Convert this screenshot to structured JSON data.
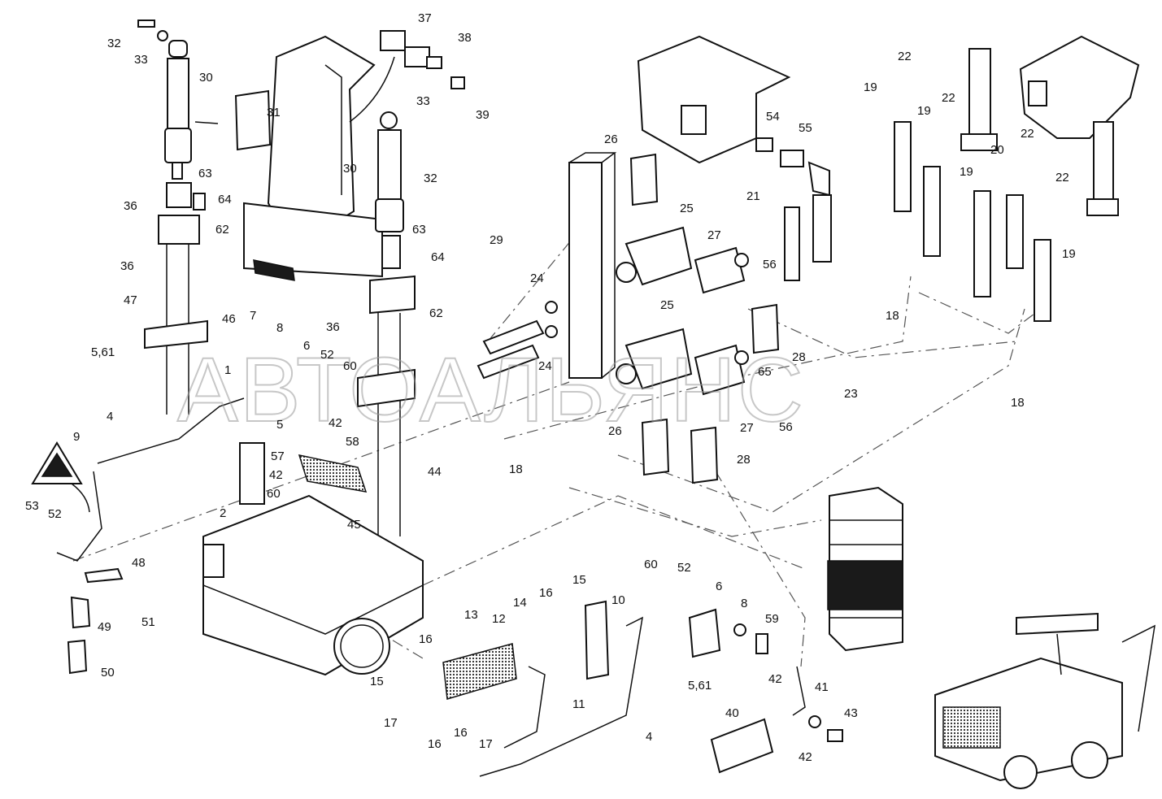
{
  "watermark": "АВТОАЛЬЯНС",
  "callouts": [
    {
      "id": "c32a",
      "text": "32"
    },
    {
      "id": "c33a",
      "text": "33"
    },
    {
      "id": "c30a",
      "text": "30"
    },
    {
      "id": "c31",
      "text": "31"
    },
    {
      "id": "c63a",
      "text": "63"
    },
    {
      "id": "c36a",
      "text": "36"
    },
    {
      "id": "c64a",
      "text": "64"
    },
    {
      "id": "c62a",
      "text": "62"
    },
    {
      "id": "c36b",
      "text": "36"
    },
    {
      "id": "c47",
      "text": "47"
    },
    {
      "id": "c46",
      "text": "46"
    },
    {
      "id": "c7",
      "text": "7"
    },
    {
      "id": "c8a",
      "text": "8"
    },
    {
      "id": "c561a",
      "text": "5,61"
    },
    {
      "id": "c6a",
      "text": "6"
    },
    {
      "id": "c52a",
      "text": "52"
    },
    {
      "id": "c60a",
      "text": "60"
    },
    {
      "id": "c1",
      "text": "1"
    },
    {
      "id": "c4a",
      "text": "4"
    },
    {
      "id": "c5",
      "text": "5"
    },
    {
      "id": "c42a",
      "text": "42"
    },
    {
      "id": "c9",
      "text": "9"
    },
    {
      "id": "c57",
      "text": "57"
    },
    {
      "id": "c58",
      "text": "58"
    },
    {
      "id": "c42b",
      "text": "42"
    },
    {
      "id": "c60b",
      "text": "60"
    },
    {
      "id": "c44",
      "text": "44"
    },
    {
      "id": "c53",
      "text": "53"
    },
    {
      "id": "c52b",
      "text": "52"
    },
    {
      "id": "c2",
      "text": "2"
    },
    {
      "id": "c45",
      "text": "45"
    },
    {
      "id": "c48",
      "text": "48"
    },
    {
      "id": "c49",
      "text": "49"
    },
    {
      "id": "c51",
      "text": "51"
    },
    {
      "id": "c50",
      "text": "50"
    },
    {
      "id": "c37",
      "text": "37"
    },
    {
      "id": "c38",
      "text": "38"
    },
    {
      "id": "c33b",
      "text": "33"
    },
    {
      "id": "c39",
      "text": "39"
    },
    {
      "id": "c30b",
      "text": "30"
    },
    {
      "id": "c32b",
      "text": "32"
    },
    {
      "id": "c63b",
      "text": "63"
    },
    {
      "id": "c64b",
      "text": "64"
    },
    {
      "id": "c62b",
      "text": "62"
    },
    {
      "id": "c36c",
      "text": "36"
    },
    {
      "id": "c26a",
      "text": "26"
    },
    {
      "id": "c25a",
      "text": "25"
    },
    {
      "id": "c27a",
      "text": "27"
    },
    {
      "id": "c29",
      "text": "29"
    },
    {
      "id": "c24a",
      "text": "24"
    },
    {
      "id": "c56a",
      "text": "56"
    },
    {
      "id": "c25b",
      "text": "25"
    },
    {
      "id": "c24b",
      "text": "24"
    },
    {
      "id": "c28a",
      "text": "28"
    },
    {
      "id": "c65",
      "text": "65"
    },
    {
      "id": "c26b",
      "text": "26"
    },
    {
      "id": "c27b",
      "text": "27"
    },
    {
      "id": "c56b",
      "text": "56"
    },
    {
      "id": "c28b",
      "text": "28"
    },
    {
      "id": "c18a",
      "text": "18"
    },
    {
      "id": "c54",
      "text": "54"
    },
    {
      "id": "c55",
      "text": "55"
    },
    {
      "id": "c21",
      "text": "21"
    },
    {
      "id": "c22a",
      "text": "22"
    },
    {
      "id": "c19a",
      "text": "19"
    },
    {
      "id": "c19b",
      "text": "19"
    },
    {
      "id": "c22b",
      "text": "22"
    },
    {
      "id": "c22c",
      "text": "22"
    },
    {
      "id": "c20",
      "text": "20"
    },
    {
      "id": "c19c",
      "text": "19"
    },
    {
      "id": "c22d",
      "text": "22"
    },
    {
      "id": "c19d",
      "text": "19"
    },
    {
      "id": "c18b",
      "text": "18"
    },
    {
      "id": "c23",
      "text": "23"
    },
    {
      "id": "c18c",
      "text": "18"
    },
    {
      "id": "c13",
      "text": "13"
    },
    {
      "id": "c14",
      "text": "14"
    },
    {
      "id": "c12",
      "text": "12"
    },
    {
      "id": "c16a",
      "text": "16"
    },
    {
      "id": "c15a",
      "text": "15"
    },
    {
      "id": "c10",
      "text": "10"
    },
    {
      "id": "c60c",
      "text": "60"
    },
    {
      "id": "c52c",
      "text": "52"
    },
    {
      "id": "c6b",
      "text": "6"
    },
    {
      "id": "c8b",
      "text": "8"
    },
    {
      "id": "c59",
      "text": "59"
    },
    {
      "id": "c16b",
      "text": "16"
    },
    {
      "id": "c15b",
      "text": "15"
    },
    {
      "id": "c11",
      "text": "11"
    },
    {
      "id": "c561b",
      "text": "5,61"
    },
    {
      "id": "c42c",
      "text": "42"
    },
    {
      "id": "c41",
      "text": "41"
    },
    {
      "id": "c4b",
      "text": "4"
    },
    {
      "id": "c40",
      "text": "40"
    },
    {
      "id": "c43",
      "text": "43"
    },
    {
      "id": "c42d",
      "text": "42"
    },
    {
      "id": "c17a",
      "text": "17"
    },
    {
      "id": "c16c",
      "text": "16"
    },
    {
      "id": "c16d",
      "text": "16"
    },
    {
      "id": "c17b",
      "text": "17"
    }
  ]
}
